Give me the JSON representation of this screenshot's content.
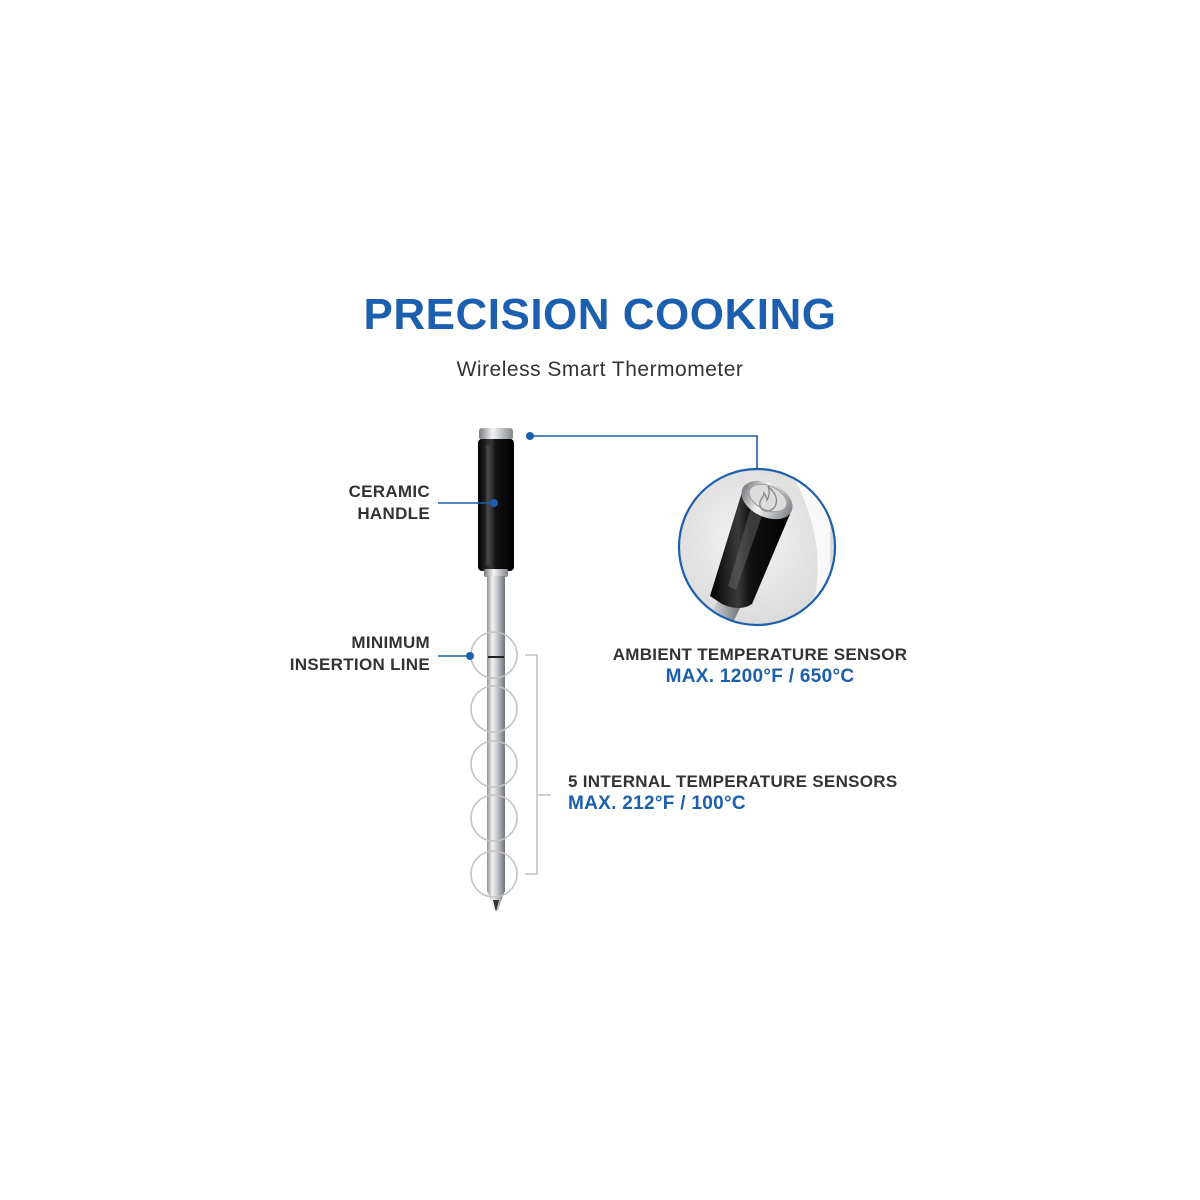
{
  "header": {
    "title": "PRECISION COOKING",
    "subtitle": "Wireless Smart Thermometer"
  },
  "callouts": {
    "handle": {
      "line1": "CERAMIC",
      "line2": "HANDLE"
    },
    "insertion": {
      "line1": "MINIMUM",
      "line2": "INSERTION LINE"
    },
    "ambient": {
      "label": "AMBIENT TEMPERATURE SENSOR",
      "max": "MAX. 1200°F / 650°C"
    },
    "internal": {
      "label": "5 INTERNAL TEMPERATURE SENSORS",
      "max": "MAX. 212°F / 100°C"
    }
  },
  "colors": {
    "accent": "#1c5fae",
    "text": "#333333"
  },
  "icons": [
    "flame-icon"
  ]
}
